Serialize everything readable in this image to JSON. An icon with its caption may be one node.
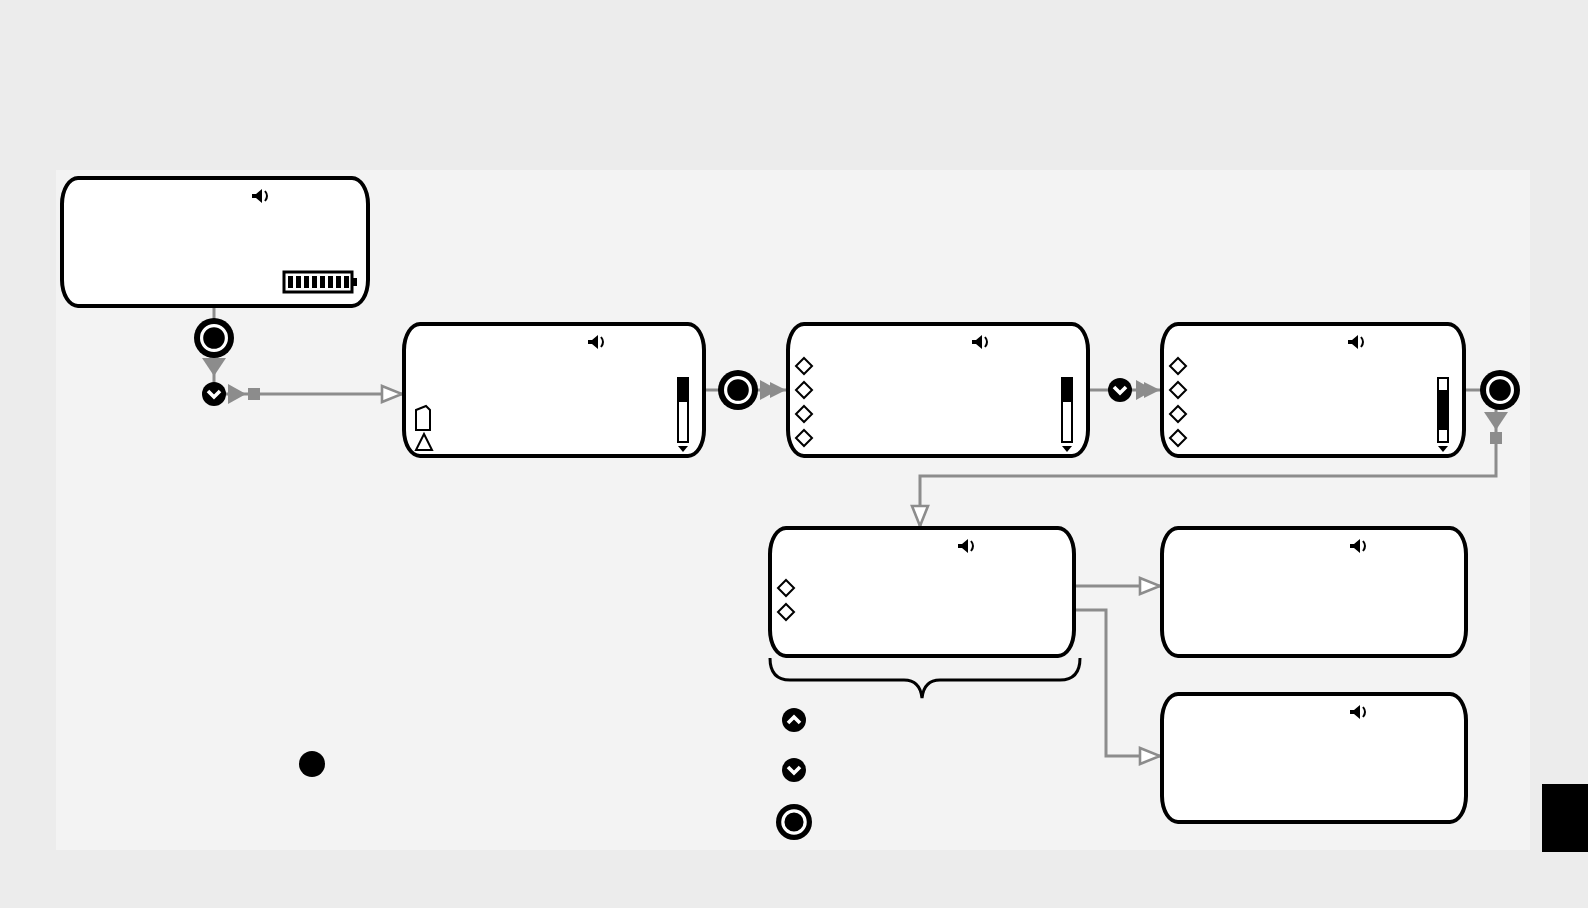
{
  "diagram": {
    "nodes": [
      {
        "text": [],
        "shape": "box"
      },
      {
        "text": [],
        "shape": "box"
      },
      {
        "text": [],
        "shape": "box"
      },
      {
        "text": [],
        "shape": "box"
      },
      {
        "text": [],
        "shape": "box"
      },
      {
        "text": [],
        "shape": "box"
      },
      {
        "text": [],
        "shape": "box"
      }
    ],
    "edges": [
      {
        "from": 0,
        "to": 1,
        "arrow": "to"
      },
      {
        "from": 1,
        "to": 2,
        "arrow": "to"
      },
      {
        "from": 2,
        "to": 3,
        "arrow": "to"
      },
      {
        "from": 3,
        "to": 4,
        "arrow": "to"
      },
      {
        "from": 4,
        "to": 5,
        "arrow": "to"
      },
      {
        "from": 4,
        "to": 6,
        "arrow": "to"
      }
    ]
  }
}
